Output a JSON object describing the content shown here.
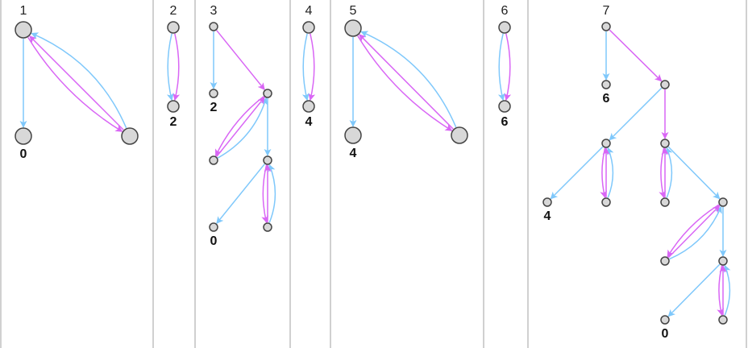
{
  "colors": {
    "blue": "#7fc8fb",
    "magenta": "#d966f5",
    "node_fill": "#d8d8d8",
    "node_stroke": "#444444"
  },
  "panels": [
    {
      "title": "1",
      "nodes": [
        {
          "id": "a"
        },
        {
          "id": "b",
          "label": "0"
        },
        {
          "id": "c"
        }
      ],
      "edges": [
        {
          "from": "a",
          "to": "b",
          "color": "blue",
          "curve": "straight"
        },
        {
          "from": "a",
          "to": "c",
          "color": "magenta",
          "curve": "arc-left"
        },
        {
          "from": "c",
          "to": "a",
          "color": "magenta",
          "curve": "straight"
        },
        {
          "from": "c",
          "to": "a",
          "color": "blue",
          "curve": "wide-arc"
        }
      ]
    },
    {
      "title": "2",
      "nodes": [
        {
          "id": "a"
        },
        {
          "id": "b",
          "label": "2"
        }
      ],
      "edges": [
        {
          "from": "a",
          "to": "b",
          "color": "magenta",
          "curve": "arc-right"
        },
        {
          "from": "a",
          "to": "b",
          "color": "blue",
          "curve": "arc-left"
        }
      ]
    },
    {
      "title": "3",
      "nodes": [
        {
          "id": "n0"
        },
        {
          "id": "n1",
          "label": "2"
        },
        {
          "id": "n2"
        },
        {
          "id": "n3"
        },
        {
          "id": "n4"
        },
        {
          "id": "n5",
          "label": "0"
        },
        {
          "id": "n6"
        }
      ],
      "edges": [
        {
          "from": "n0",
          "to": "n1",
          "color": "blue",
          "curve": "straight"
        },
        {
          "from": "n0",
          "to": "n2",
          "color": "magenta",
          "curve": "straight"
        },
        {
          "from": "n2",
          "to": "n4",
          "color": "blue",
          "curve": "straight"
        },
        {
          "from": "n3",
          "to": "n2",
          "color": "blue",
          "curve": "wide-arc"
        },
        {
          "from": "n2",
          "to": "n3",
          "color": "magenta",
          "curve": "arc-left"
        },
        {
          "from": "n3",
          "to": "n2",
          "color": "magenta",
          "curve": "straight"
        },
        {
          "from": "n4",
          "to": "n5",
          "color": "blue",
          "curve": "straight"
        },
        {
          "from": "n6",
          "to": "n4",
          "color": "blue",
          "curve": "wide-arc"
        },
        {
          "from": "n4",
          "to": "n6",
          "color": "magenta",
          "curve": "arc-left"
        },
        {
          "from": "n6",
          "to": "n4",
          "color": "magenta",
          "curve": "straight"
        }
      ]
    },
    {
      "title": "4",
      "nodes": [
        {
          "id": "a"
        },
        {
          "id": "b",
          "label": "4"
        }
      ],
      "edges": [
        {
          "from": "a",
          "to": "b",
          "color": "magenta",
          "curve": "arc-right"
        },
        {
          "from": "a",
          "to": "b",
          "color": "blue",
          "curve": "arc-left"
        }
      ]
    },
    {
      "title": "5",
      "nodes": [
        {
          "id": "a"
        },
        {
          "id": "b",
          "label": "4"
        },
        {
          "id": "c"
        }
      ],
      "edges": [
        {
          "from": "a",
          "to": "b",
          "color": "blue",
          "curve": "straight"
        },
        {
          "from": "a",
          "to": "c",
          "color": "magenta",
          "curve": "arc-left"
        },
        {
          "from": "c",
          "to": "a",
          "color": "magenta",
          "curve": "straight"
        },
        {
          "from": "c",
          "to": "a",
          "color": "blue",
          "curve": "wide-arc"
        }
      ]
    },
    {
      "title": "6",
      "nodes": [
        {
          "id": "a"
        },
        {
          "id": "b",
          "label": "6"
        }
      ],
      "edges": [
        {
          "from": "a",
          "to": "b",
          "color": "magenta",
          "curve": "arc-right"
        },
        {
          "from": "a",
          "to": "b",
          "color": "blue",
          "curve": "arc-left"
        }
      ]
    },
    {
      "title": "7",
      "nodes": [
        {
          "id": "a"
        },
        {
          "id": "b",
          "label": "6"
        },
        {
          "id": "c"
        },
        {
          "id": "d"
        },
        {
          "id": "e"
        },
        {
          "id": "f",
          "label": "4"
        },
        {
          "id": "g"
        },
        {
          "id": "h"
        },
        {
          "id": "i"
        },
        {
          "id": "j"
        },
        {
          "id": "k"
        },
        {
          "id": "l",
          "label": "0"
        },
        {
          "id": "m"
        }
      ],
      "edges": [
        {
          "from": "a",
          "to": "b",
          "color": "blue",
          "curve": "straight"
        },
        {
          "from": "a",
          "to": "c",
          "color": "magenta",
          "curve": "straight"
        },
        {
          "from": "c",
          "to": "d",
          "color": "blue",
          "curve": "straight"
        },
        {
          "from": "c",
          "to": "e",
          "color": "magenta",
          "curve": "straight"
        },
        {
          "from": "d",
          "to": "f",
          "color": "blue",
          "curve": "straight"
        },
        {
          "from": "g",
          "to": "d",
          "color": "blue",
          "curve": "wide-arc"
        },
        {
          "from": "d",
          "to": "g",
          "color": "magenta",
          "curve": "arc-left"
        },
        {
          "from": "g",
          "to": "d",
          "color": "magenta",
          "curve": "straight"
        },
        {
          "from": "h",
          "to": "e",
          "color": "blue",
          "curve": "wide-arc"
        },
        {
          "from": "e",
          "to": "h",
          "color": "magenta",
          "curve": "arc-left"
        },
        {
          "from": "h",
          "to": "e",
          "color": "magenta",
          "curve": "straight"
        },
        {
          "from": "e",
          "to": "i",
          "color": "blue",
          "curve": "straight"
        },
        {
          "from": "j",
          "to": "i",
          "color": "blue",
          "curve": "wide-arc"
        },
        {
          "from": "i",
          "to": "j",
          "color": "magenta",
          "curve": "arc-left"
        },
        {
          "from": "j",
          "to": "i",
          "color": "magenta",
          "curve": "straight"
        },
        {
          "from": "i",
          "to": "k",
          "color": "blue",
          "curve": "straight"
        },
        {
          "from": "k",
          "to": "l",
          "color": "blue",
          "curve": "straight"
        },
        {
          "from": "m",
          "to": "k",
          "color": "blue",
          "curve": "wide-arc"
        },
        {
          "from": "k",
          "to": "m",
          "color": "magenta",
          "curve": "arc-left"
        },
        {
          "from": "m",
          "to": "k",
          "color": "magenta",
          "curve": "straight"
        }
      ]
    }
  ]
}
